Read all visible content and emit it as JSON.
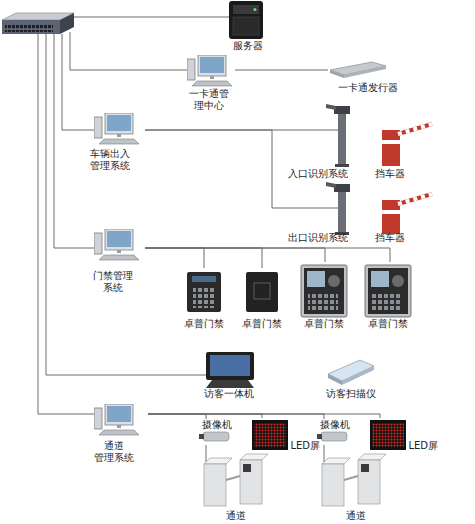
{
  "diagram": {
    "nodes": [
      {
        "text": [
          "服务器"
        ]
      },
      {
        "text": [
          "一卡通管 理中心"
        ]
      },
      {
        "text": [
          "一卡通发行器"
        ]
      },
      {
        "text": [
          "车辆出入 管理系统"
        ]
      },
      {
        "text": [
          "入口识别系统"
        ]
      },
      {
        "text": [
          "挡车器"
        ]
      },
      {
        "text": [
          "出口识别系统"
        ]
      },
      {
        "text": [
          "挡车器"
        ]
      },
      {
        "text": [
          "门禁管理 系统"
        ]
      },
      {
        "text": [
          "卓普门禁"
        ]
      },
      {
        "text": [
          "卓普门禁"
        ]
      },
      {
        "text": [
          "卓普门禁"
        ]
      },
      {
        "text": [
          "卓普门禁"
        ]
      },
      {
        "text": [
          "访客一体机"
        ]
      },
      {
        "text": [
          "访客扫描仪"
        ]
      },
      {
        "text": [
          "通道 管理系统"
        ]
      },
      {
        "text": [
          "摄像机"
        ]
      },
      {
        "text": [
          "LED屏"
        ]
      },
      {
        "text": [
          "通道"
        ]
      },
      {
        "text": [
          "摄像机"
        ]
      },
      {
        "text": [
          "LED屏"
        ]
      },
      {
        "text": [
          "通道"
        ]
      }
    ],
    "edges": [
      {
        "from": 1,
        "to": 2,
        "arrow": "none"
      },
      {
        "from": 3,
        "to": 4,
        "arrow": "none"
      },
      {
        "from": 3,
        "to": 6,
        "arrow": "none"
      },
      {
        "from": 8,
        "to": 9,
        "arrow": "none"
      },
      {
        "from": 8,
        "to": 10,
        "arrow": "none"
      },
      {
        "from": 8,
        "to": 11,
        "arrow": "none"
      },
      {
        "from": 8,
        "to": 12,
        "arrow": "none"
      },
      {
        "from": 15,
        "to": 16,
        "arrow": "none"
      },
      {
        "from": 15,
        "to": 17,
        "arrow": "none"
      },
      {
        "from": 15,
        "to": 19,
        "arrow": "none"
      },
      {
        "from": 15,
        "to": 20,
        "arrow": "none"
      }
    ]
  }
}
